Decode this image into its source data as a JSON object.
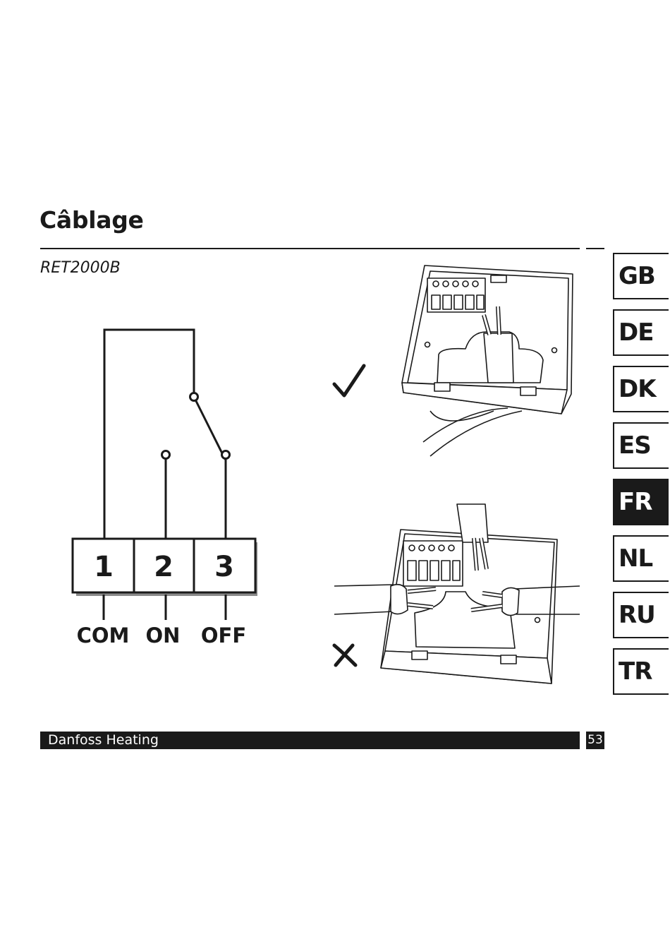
{
  "page": {
    "title": "Câblage",
    "model": "RET2000B"
  },
  "language_tabs": [
    {
      "code": "GB",
      "active": false
    },
    {
      "code": "DE",
      "active": false
    },
    {
      "code": "DK",
      "active": false
    },
    {
      "code": "ES",
      "active": false
    },
    {
      "code": "FR",
      "active": true
    },
    {
      "code": "NL",
      "active": false
    },
    {
      "code": "RU",
      "active": false
    },
    {
      "code": "TR",
      "active": false
    }
  ],
  "wiring_diagram": {
    "terminals": [
      "1",
      "2",
      "3"
    ],
    "labels": [
      "COM",
      "ON",
      "OFF"
    ]
  },
  "install_illustrations": {
    "correct_mark_icon": "checkmark-icon",
    "incorrect_mark_icon": "cross-icon"
  },
  "footer": {
    "brand": "Danfoss Heating",
    "page_number": "53"
  }
}
